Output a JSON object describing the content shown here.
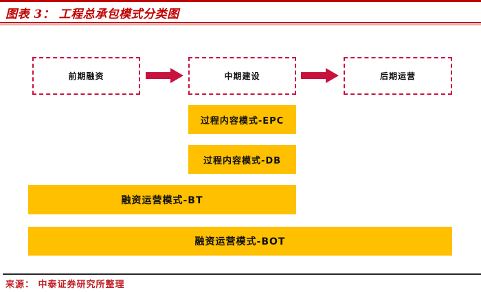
{
  "figure": {
    "title": "图表 3： 工程总承包模式分类图",
    "source": "来源： 中泰证券研究所整理"
  },
  "flow_stages": [
    {
      "label": "前期融资"
    },
    {
      "label": "中期建设"
    },
    {
      "label": "后期运营"
    }
  ],
  "mode_bars": [
    {
      "label": "过程内容模式-EPC"
    },
    {
      "label": "过程内容模式-DB"
    },
    {
      "label": "融资运营模式-BT"
    },
    {
      "label": "融资运营模式-BOT"
    }
  ],
  "icons": {
    "arrow_right": "arrow-right-icon"
  },
  "colors": {
    "title_red": "#C00000",
    "accent_crimson": "#C8123E",
    "bar_yellow": "#FFC000",
    "label_black": "#111111",
    "source_red": "#C02028",
    "rule_dark": "#262626",
    "rule_light_red": "#E9AFAF"
  }
}
